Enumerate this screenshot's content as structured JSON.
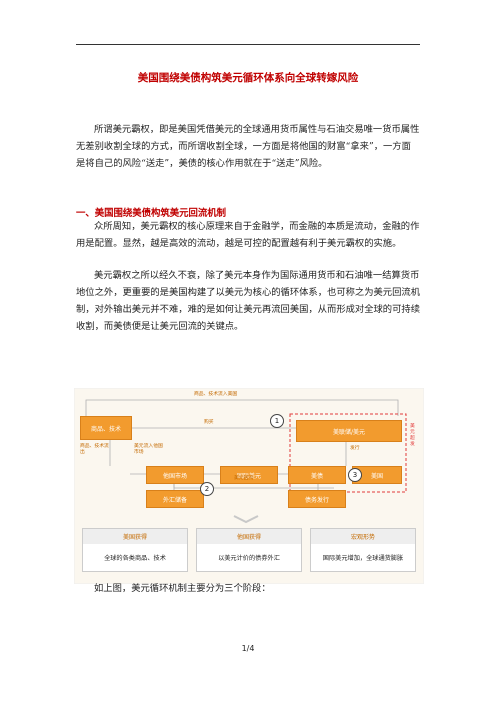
{
  "title": "美国围绕美债构筑美元循环体系向全球转嫁风险",
  "intro": "所谓美元霸权，即是美国凭借美元的全球通用货币属性与石油交易唯一货币属性无差别收割全球的方式，而所谓收割全球，一方面是将他国的财富“拿来”，一方面是将自己的风险“送走”，美债的核心作用就在于“送走”风险。",
  "section1": {
    "heading": "一、美国围绕美债构筑美元回流机制",
    "p1": "众所周知，美元霸权的核心原理来自于金融学，而金融的本质是流动，金融的作用是配置。显然，越是高效的流动，越是可控的配置越有利于美元霸权的实施。",
    "p2": "美元霸权之所以经久不衰，除了美元本身作为国际通用货币和石油唯一结算货币地位之外，更重要的是美国构建了以美元为核心的循环体系，也可称之为美元回流机制，对外输出美元并不难，难的是如何让美元再流回美国，从而形成对全球的可持续收割，而美债便是让美元回流的关键点。"
  },
  "diagram": {
    "top_label": "商品、技术流入美国",
    "boxes": {
      "goods": "商品、技术",
      "overseas_market": "他国市场",
      "intl_dollar": "国际美元",
      "us_treasury": "美债",
      "us_gov": "美国",
      "fed": "美联储/美元",
      "foreign_reserve": "外汇储备",
      "debt_issue": "债务发行"
    },
    "labels": {
      "buy": "购买",
      "goods_flow": "商品、技术流出",
      "dollar_in": "美元流入他国市场",
      "dollar_back": "美元回流",
      "issue": "发行",
      "red_side": "美元超发"
    },
    "circles": [
      "1",
      "2",
      "3"
    ]
  },
  "bottom_cards": [
    {
      "head": "美国获得",
      "body": "全球的各类商品、技术"
    },
    {
      "head": "他国获得",
      "body": "以美元计价的债券外汇"
    },
    {
      "head": "宏观形势",
      "body": "国际美元增加，全球通货膨胀"
    }
  ],
  "after_diagram": "如上图，美元循环机制主要分为三个阶段：",
  "footer": "1/4",
  "colors": {
    "accent": "#c00000",
    "box": "#f29b2e",
    "red_dash": "#e23b3b"
  }
}
